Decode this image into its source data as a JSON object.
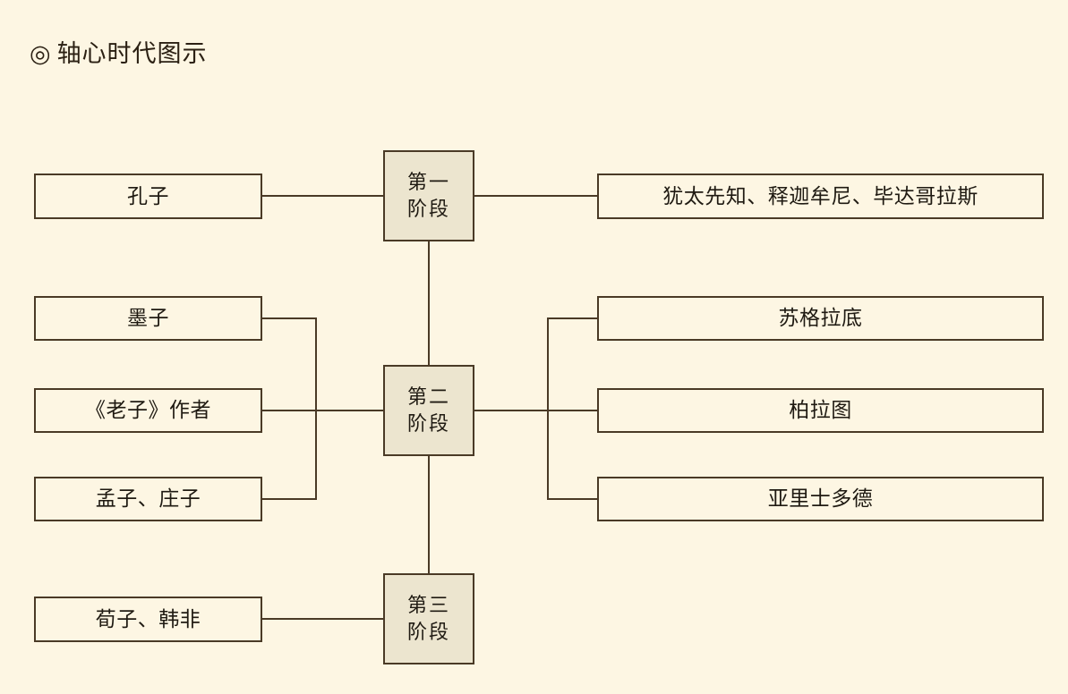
{
  "page": {
    "title_marker": "◎",
    "title": "轴心时代图示",
    "background_color": "#fdf6e3",
    "line_color": "#4a3a26",
    "stage_fill_color": "#ece5cf"
  },
  "diagram": {
    "type": "tree",
    "stages": [
      {
        "id": "stage-1",
        "label": "第一\n阶段",
        "left_nodes": [
          "孔子"
        ],
        "right_nodes": [
          "犹太先知、释迦牟尼、毕达哥拉斯"
        ]
      },
      {
        "id": "stage-2",
        "label": "第二\n阶段",
        "left_nodes": [
          "墨子",
          "《老子》作者",
          "孟子、庄子"
        ],
        "right_nodes": [
          "苏格拉底",
          "柏拉图",
          "亚里士多德"
        ]
      },
      {
        "id": "stage-3",
        "label": "第三\n阶段",
        "left_nodes": [
          "荀子、韩非"
        ],
        "right_nodes": []
      }
    ]
  }
}
